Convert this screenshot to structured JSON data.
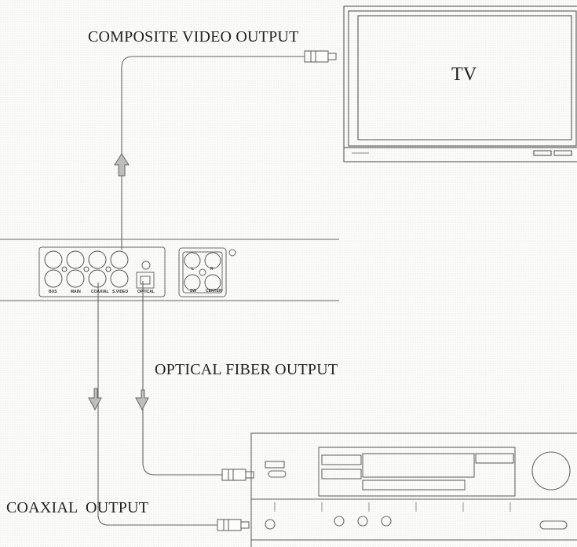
{
  "labels": {
    "composite": "COMPOSITE VIDEO OUTPUT",
    "tv": "TV",
    "optical": "OPTICAL FIBER OUTPUT",
    "coaxial": "COAXIAL  OUTPUT"
  },
  "jack_labels": {
    "bus": "BUS",
    "main": "MAIN",
    "coaxial": "COAXIAL",
    "svideo": "S.VIDEO",
    "optical": "OPTICAL",
    "sw": "SW",
    "center": "CENTER",
    "l": "L",
    "r": "R"
  },
  "colors": {
    "line": "#555555",
    "arrow_fill": "#bdbdbd",
    "background": "#fdfdfb"
  }
}
